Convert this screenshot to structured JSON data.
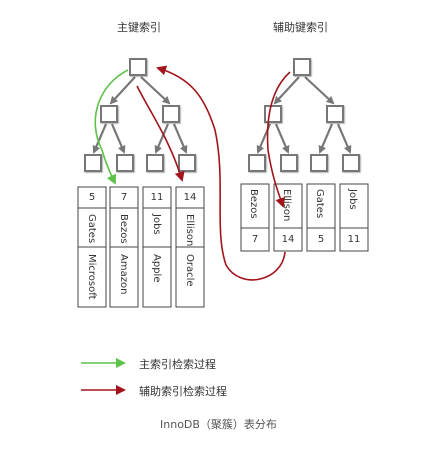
{
  "titles": {
    "primary": "主键索引",
    "secondary": "辅助键索引"
  },
  "primary_rows": [
    {
      "id": "5",
      "name": "Gates",
      "company": "Microsoft"
    },
    {
      "id": "7",
      "name": "Bezos",
      "company": "Amazon"
    },
    {
      "id": "11",
      "name": "Jobs",
      "company": "Apple"
    },
    {
      "id": "14",
      "name": "Ellison",
      "company": "Oracle"
    }
  ],
  "secondary_rows": [
    {
      "name": "Bezos",
      "id": "7"
    },
    {
      "name": "Ellison",
      "id": "14"
    },
    {
      "name": "Gates",
      "id": "5"
    },
    {
      "name": "Jobs",
      "id": "11"
    }
  ],
  "legend": {
    "primary": "主索引检索过程",
    "secondary": "辅助索引检索过程"
  },
  "caption": "InnoDB（聚簇）表分布",
  "colors": {
    "green": "#5cc24a",
    "red": "#a2141b",
    "node_border": "#777777",
    "node_fill": "#ffffff",
    "box_border": "#444444"
  }
}
